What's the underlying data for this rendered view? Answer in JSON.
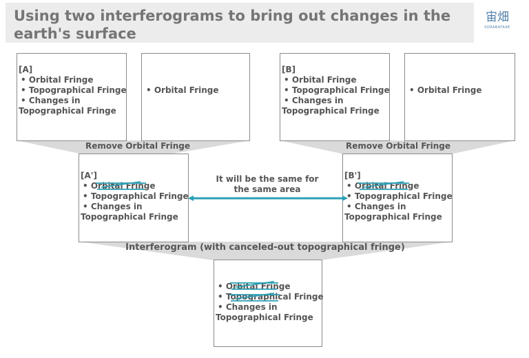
{
  "title": "Using two interferograms to bring out changes in the earth's surface",
  "logo": {
    "glyphs": "宙畑",
    "text": "SORABATAKE"
  },
  "colors": {
    "accent": "#2a9fb5",
    "text": "#555555",
    "title": "#757575"
  },
  "box_a": {
    "label": "[A]",
    "items": [
      "• Orbital Fringe",
      "• Topographical Fringe",
      "• Changes in",
      "Topographical Fringe"
    ]
  },
  "box_a_orbital": {
    "items": [
      "• Orbital Fringe"
    ]
  },
  "box_b": {
    "label": "[B]",
    "items": [
      "• Orbital Fringe",
      "• Topographical Fringe",
      "• Changes in",
      "Topographical Fringe"
    ]
  },
  "box_b_orbital": {
    "items": [
      "• Orbital Fringe"
    ]
  },
  "remove_left": "Remove Orbital Fringe",
  "remove_right": "Remove Orbital Fringe",
  "box_a_prime": {
    "label": "[A']",
    "items": [
      "• Orbital Fringe",
      "• Topographical Fringe",
      "• Changes in",
      "Topographical Fringe"
    ]
  },
  "box_b_prime": {
    "label": "[B']",
    "items": [
      "• Orbital Fringe",
      "• Topographical Fringe",
      "• Changes in",
      "Topographical Fringe"
    ]
  },
  "same_note": [
    "It will be the same for",
    "the same area"
  ],
  "interferogram_label": "Interferogram (with canceled-out topographical fringe)",
  "box_result": {
    "items": [
      "• Orbital Fringe",
      "• Topographical Fringe",
      "• Changes in",
      "Topographical Fringe"
    ]
  }
}
